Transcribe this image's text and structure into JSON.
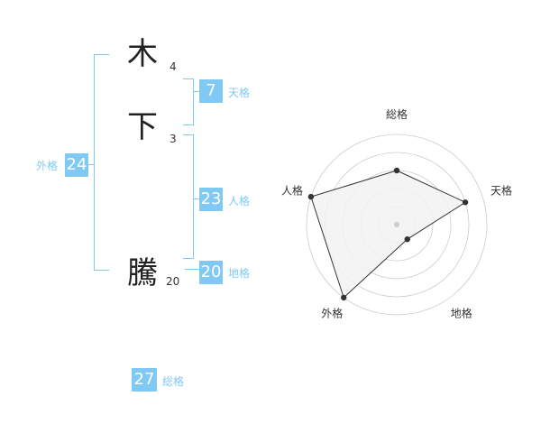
{
  "name_chars": [
    {
      "char": "木",
      "strokes": "4"
    },
    {
      "char": "下",
      "strokes": "3"
    },
    {
      "char": "騰",
      "strokes": "20"
    }
  ],
  "kaku": {
    "tenkaku": {
      "value": "7",
      "label": "天格"
    },
    "jinkaku": {
      "value": "23",
      "label": "人格"
    },
    "chikaku": {
      "value": "20",
      "label": "地格"
    },
    "gaikaku": {
      "value": "24",
      "label": "外格"
    },
    "soukaku": {
      "value": "27",
      "label": "総格"
    }
  },
  "radar": {
    "axis_labels": [
      "総格",
      "天格",
      "地格",
      "外格",
      "人格"
    ],
    "rings": 5,
    "max": 5,
    "values": [
      3,
      4,
      1,
      5,
      5
    ]
  },
  "colors": {
    "accent": "#80c9f5",
    "radar_fill": "#f2f2f2",
    "radar_grid": "#cccccc",
    "radar_line": "#333333",
    "text": "#222222"
  }
}
